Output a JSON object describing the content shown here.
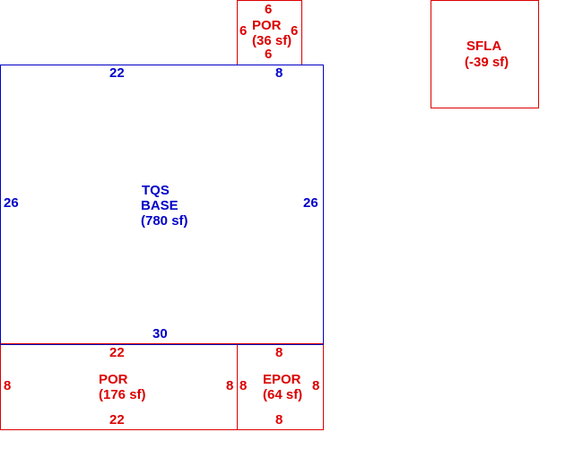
{
  "colors": {
    "base": "#0000c8",
    "porch": "#dc0000"
  },
  "base": {
    "code": "TQS",
    "name": "BASE",
    "area": "(780 sf)",
    "dim_top": "22",
    "dim_top_right": "8",
    "dim_left": "26",
    "dim_right": "26",
    "dim_bottom": "30"
  },
  "por_top": {
    "name": "POR",
    "area": "(36 sf)",
    "dim_top": "6",
    "dim_left": "6",
    "dim_right": "6",
    "dim_bottom": "6"
  },
  "sfla": {
    "name": "SFLA",
    "area": "(-39 sf)"
  },
  "por_bottom": {
    "name": "POR",
    "area": "(176 sf)",
    "dim_top": "22",
    "dim_left": "8",
    "dim_right": "8",
    "dim_bottom": "22"
  },
  "epor": {
    "name": "EPOR",
    "area": "(64 sf)",
    "dim_top": "8",
    "dim_left": "8",
    "dim_right": "8",
    "dim_bottom": "8"
  }
}
